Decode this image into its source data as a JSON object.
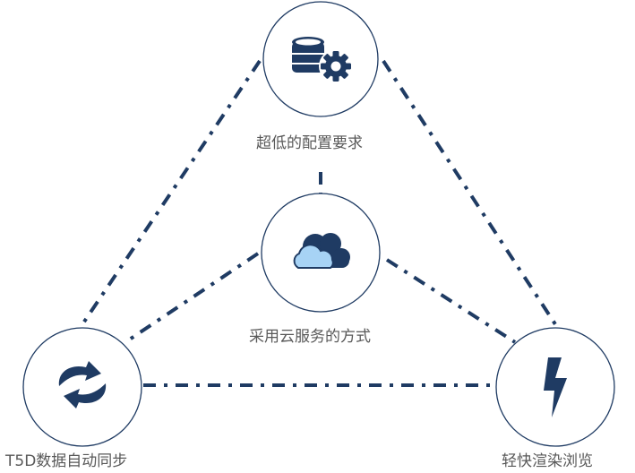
{
  "nodes": {
    "top": {
      "label": "超低的配置要求",
      "icon": "database-gear-icon"
    },
    "center": {
      "label": "采用云服务的方式",
      "icon": "cloud-icon"
    },
    "left": {
      "label": "T5D数据自动同步",
      "icon": "sync-arrows-icon"
    },
    "right": {
      "label": "轻快渲染浏览",
      "icon": "lightning-bolt-icon"
    }
  },
  "colors": {
    "primary": "#1f3b63",
    "cloud_back": "#1f3b63",
    "cloud_front": "#a7d3f5",
    "label": "#595959"
  }
}
